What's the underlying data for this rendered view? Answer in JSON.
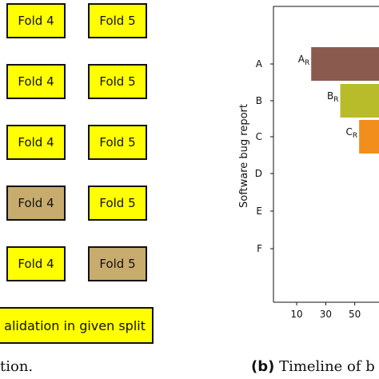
{
  "colors": {
    "train": "#ffff00",
    "test": "#c8ac6e",
    "border": "#111111"
  },
  "folds": [
    {
      "fold4": {
        "label": "Fold 4",
        "role": "train"
      },
      "fold5": {
        "label": "Fold 5",
        "role": "train"
      }
    },
    {
      "fold4": {
        "label": "Fold 4",
        "role": "train"
      },
      "fold5": {
        "label": "Fold 5",
        "role": "train"
      }
    },
    {
      "fold4": {
        "label": "Fold 4",
        "role": "train"
      },
      "fold5": {
        "label": "Fold 5",
        "role": "train"
      }
    },
    {
      "fold4": {
        "label": "Fold 4",
        "role": "test"
      },
      "fold5": {
        "label": "Fold 5",
        "role": "train"
      }
    },
    {
      "fold4": {
        "label": "Fold 4",
        "role": "train"
      },
      "fold5": {
        "label": "Fold 5",
        "role": "test"
      }
    }
  ],
  "legend": {
    "label": "alidation in given split"
  },
  "caption_a": {
    "text": "tion."
  },
  "caption_b": {
    "label": "(b)",
    "text": " Timeline of b"
  },
  "chart_data": {
    "type": "bar",
    "orientation": "horizontal",
    "ylabel": "Software bug report",
    "categories": [
      "A",
      "B",
      "C",
      "D",
      "E",
      "F"
    ],
    "x_ticks": [
      10,
      30,
      50
    ],
    "bars": [
      {
        "category": "A",
        "label": "A",
        "subscript": "R",
        "start": 20,
        "color": "#8b5a4e"
      },
      {
        "category": "B",
        "label": "B",
        "subscript": "R",
        "start": 40,
        "color": "#b8bb2a"
      },
      {
        "category": "C",
        "label": "C",
        "subscript": "R",
        "start": 53,
        "color": "#f28e1c"
      }
    ]
  }
}
